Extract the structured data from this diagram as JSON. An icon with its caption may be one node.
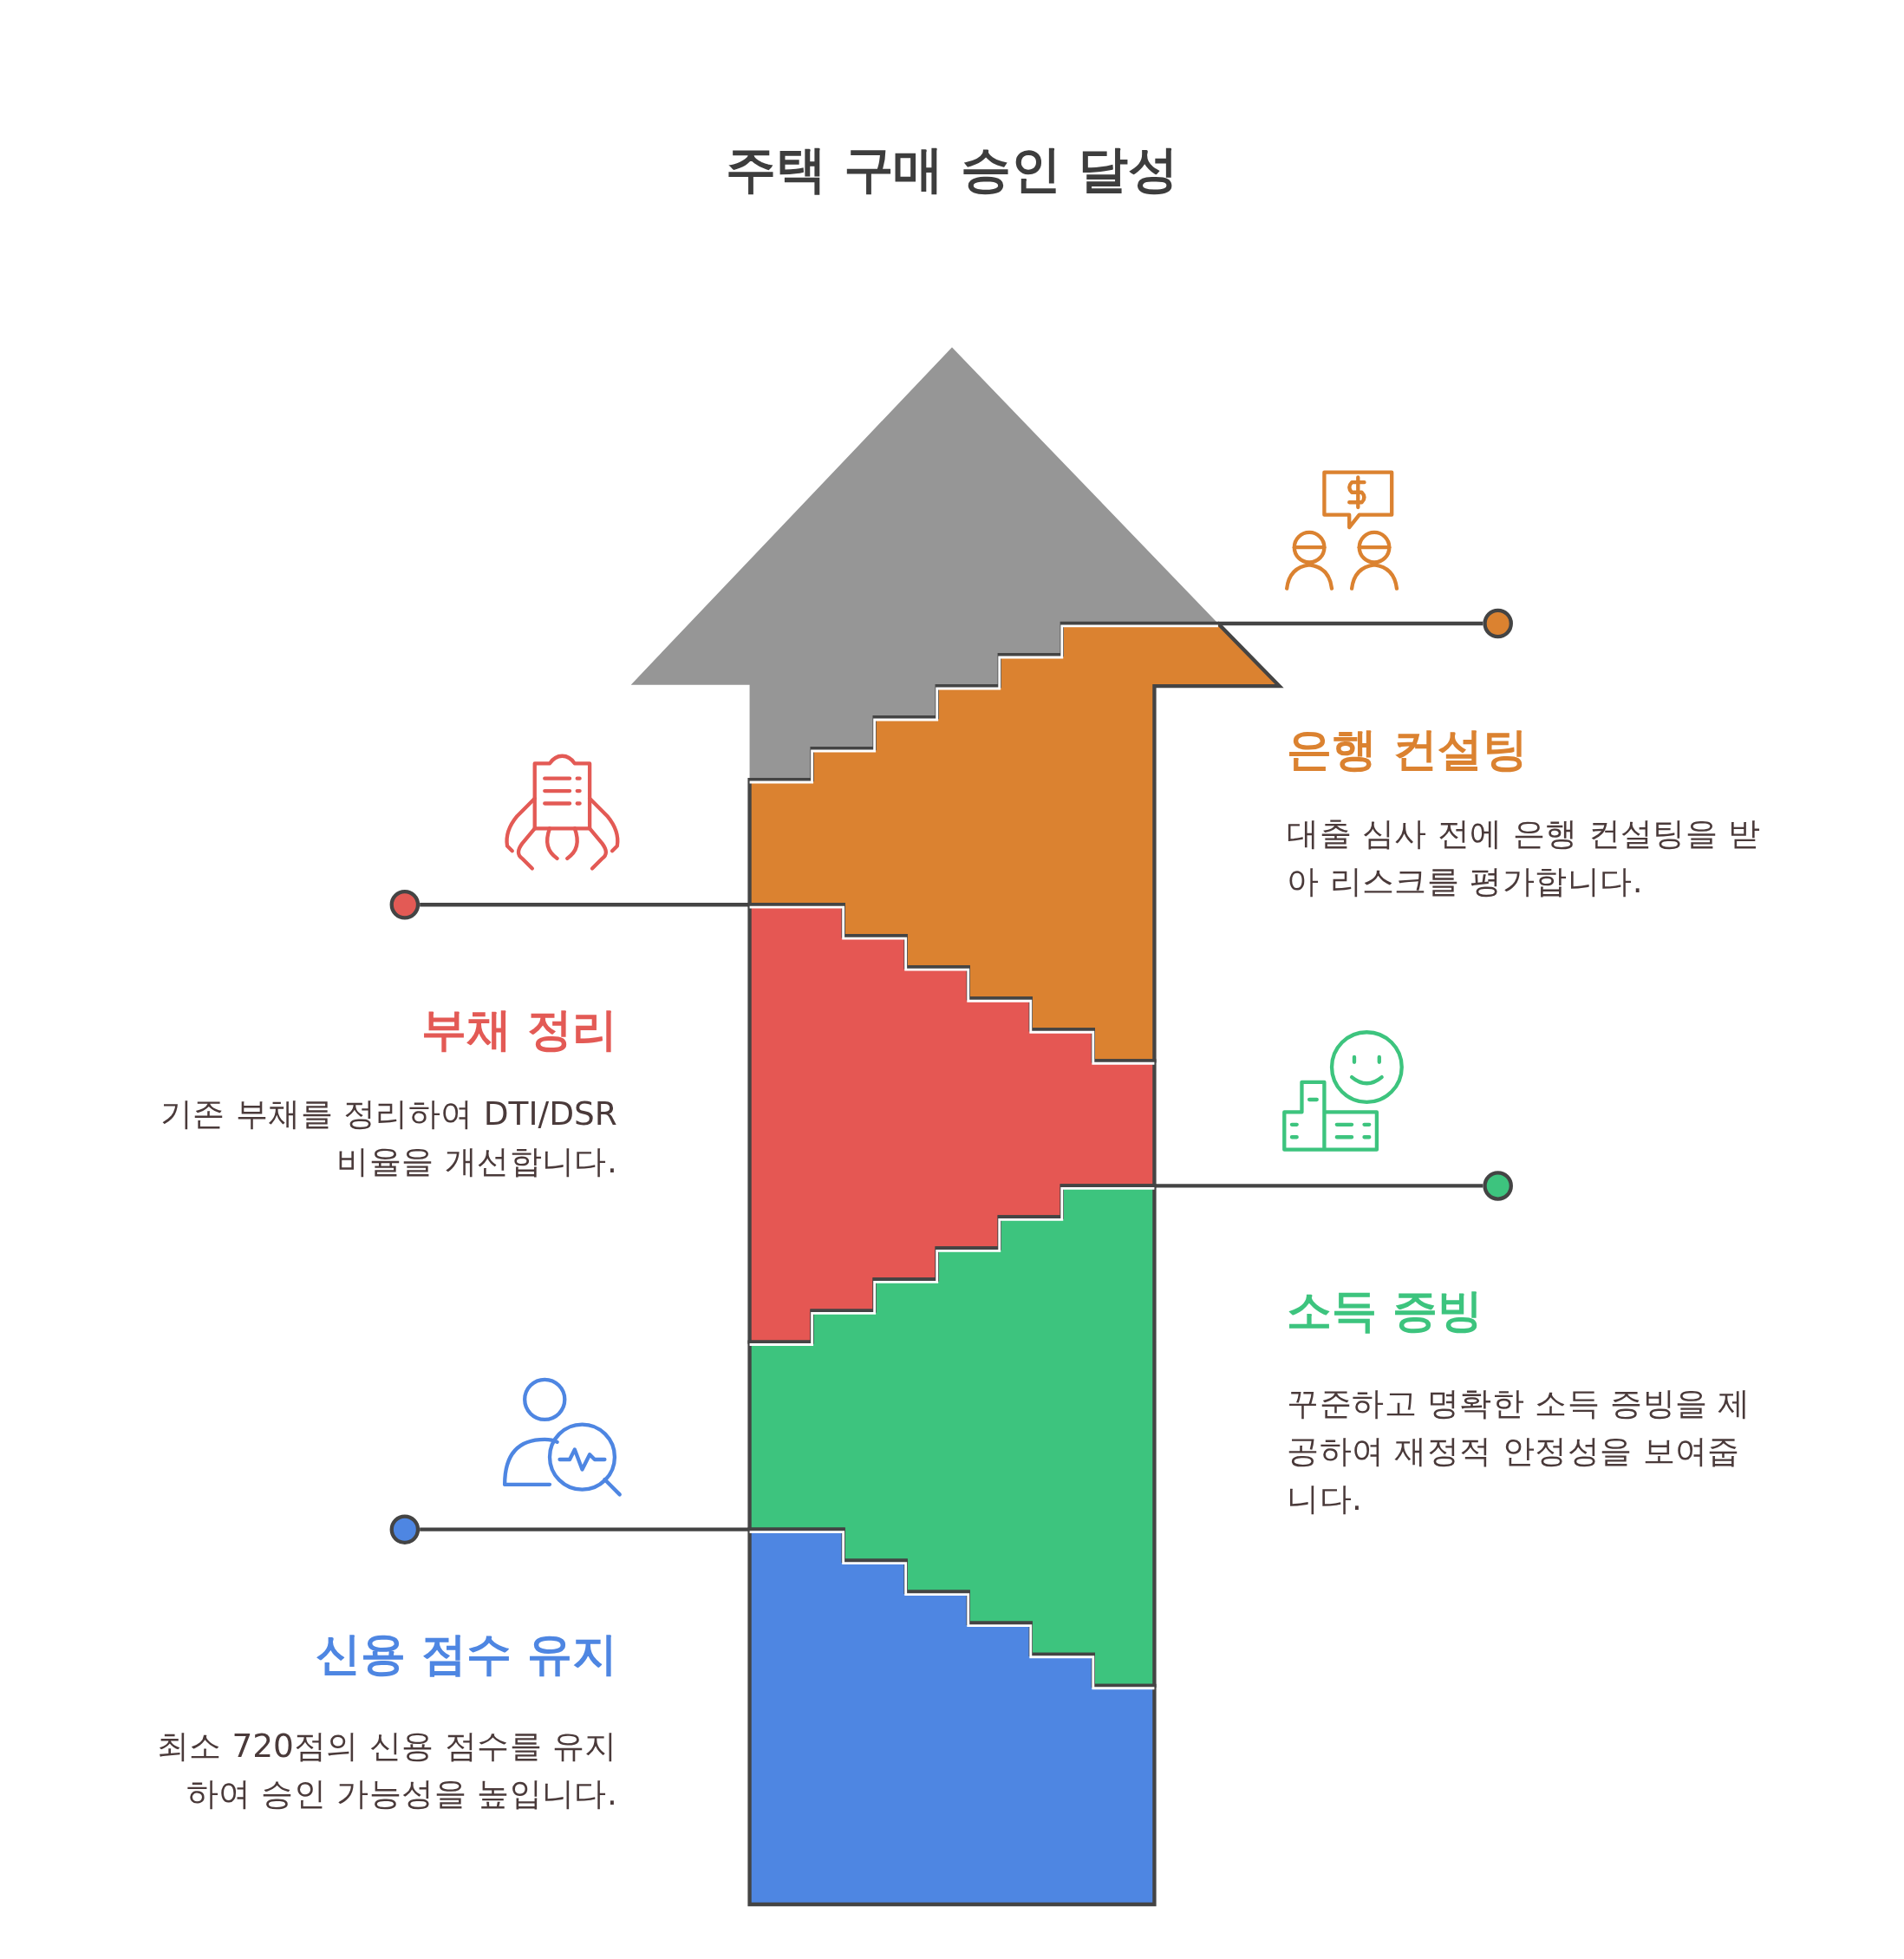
{
  "diagram": {
    "title": "주택 구매 승인 달성",
    "nodes": [
      {
        "text": [],
        "shape": "box"
      },
      {
        "text": [],
        "shape": "box"
      },
      {
        "text": [],
        "shape": "box"
      },
      {
        "text": [],
        "shape": "box"
      },
      {
        "text": [],
        "shape": "circle"
      },
      {
        "text": [],
        "shape": "circle"
      },
      {
        "text": [],
        "shape": "circle"
      },
      {
        "text": [],
        "shape": "circle"
      }
    ],
    "edges": [
      {
        "from": 4,
        "to": 0,
        "arrow": "none"
      },
      {
        "from": 5,
        "to": 1,
        "arrow": "none"
      },
      {
        "from": 6,
        "to": 2,
        "arrow": "none"
      },
      {
        "from": 7,
        "to": 3,
        "arrow": "none"
      }
    ],
    "labels": [
      "은행 컨설팅",
      "대출 심사 전에 은행 컨설팅을 받아 리스크를 평가합니다.",
      "부채 정리",
      "기존 부채를 정리하여 DTI/DSR 비율을 개선합니다.",
      "소득 증빙",
      "꾸준하고 명확한 소득 증빙을 제공하여 재정적 안정성을 보여줍니다.",
      "신용 점수 유지",
      "최소 720점의 신용 점수를 유지하여 승인 가능성을 높입니다."
    ]
  }
}
